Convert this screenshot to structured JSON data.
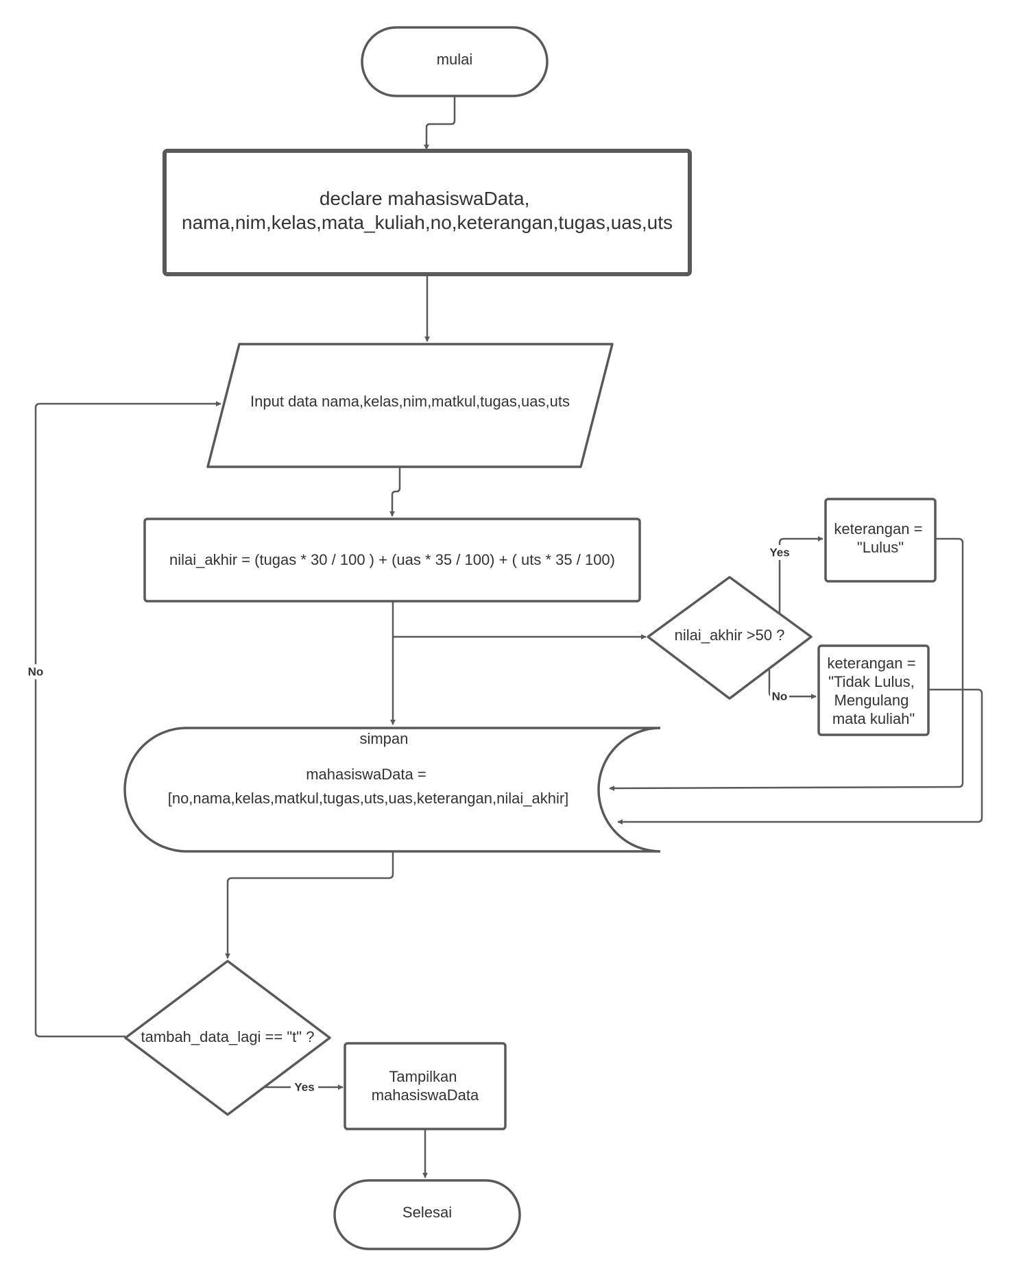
{
  "nodes": {
    "start": {
      "lines": [
        "mulai"
      ]
    },
    "declare": {
      "lines": [
        "declare mahasiswaData,",
        "nama,nim,kelas,mata_kuliah,no,keterangan,tugas,uas,uts"
      ]
    },
    "input": {
      "lines": [
        "Input data nama,kelas,nim,matkul,tugas,uas,uts"
      ]
    },
    "compute": {
      "lines": [
        "nilai_akhir = (tugas * 30 / 100 ) + (uas * 35 / 100) + ( uts * 35 / 100)"
      ]
    },
    "decision_grade": {
      "lines": [
        "nilai_akhir >50 ?"
      ]
    },
    "pass": {
      "lines": [
        "keterangan =",
        "\"Lulus\""
      ]
    },
    "fail": {
      "lines": [
        "keterangan =",
        "\"Tidak Lulus,",
        "Mengulang",
        "mata kuliah\""
      ]
    },
    "store": {
      "lines": [
        "simpan",
        "mahasiswaData =",
        "[no,nama,kelas,matkul,tugas,uts,uas,keterangan,nilai_akhir]"
      ]
    },
    "decision_more": {
      "lines": [
        "tambah_data_lagi == \"t\" ?"
      ]
    },
    "display": {
      "lines": [
        "Tampilkan",
        "mahasiswaData"
      ]
    },
    "end": {
      "lines": [
        "Selesai"
      ]
    }
  },
  "edge_labels": {
    "grade_yes": "Yes",
    "grade_no": "No",
    "more_yes": "Yes",
    "more_no": "No"
  },
  "colors": {
    "stroke": "#595959",
    "text": "#333333",
    "fill": "#ffffff"
  }
}
